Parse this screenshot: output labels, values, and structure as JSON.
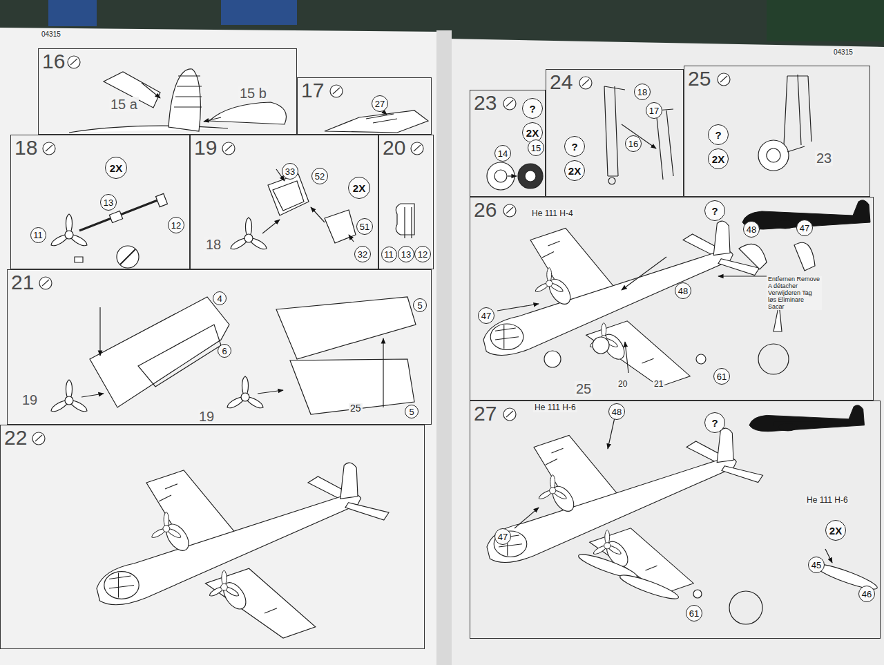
{
  "diagram": {
    "nodes": [
      {
        "text": [
          "16"
        ]
      },
      {
        "text": [
          "17"
        ]
      },
      {
        "text": [
          "27"
        ],
        "in": 1
      },
      {
        "text": [
          "18"
        ]
      },
      {
        "text": [
          "2X"
        ],
        "in": 3
      },
      {
        "text": [
          "13"
        ],
        "in": 3
      },
      {
        "text": [
          "11"
        ],
        "in": 3
      },
      {
        "text": [
          "12"
        ],
        "in": 3
      },
      {
        "text": [
          "19"
        ]
      },
      {
        "text": [
          "33"
        ],
        "in": 8
      },
      {
        "text": [
          "52"
        ],
        "in": 8
      },
      {
        "text": [
          "2X"
        ],
        "in": 8
      },
      {
        "text": [
          "51"
        ],
        "in": 8
      },
      {
        "text": [
          "32"
        ],
        "in": 8
      },
      {
        "text": [
          "20"
        ]
      },
      {
        "text": [
          "11"
        ],
        "in": 14
      },
      {
        "text": [
          "13"
        ],
        "in": 14
      },
      {
        "text": [
          "12"
        ],
        "in": 14
      },
      {
        "text": [
          "21"
        ]
      },
      {
        "text": [
          "4"
        ],
        "in": 18
      },
      {
        "text": [
          "6"
        ],
        "in": 18
      },
      {
        "text": [
          "5"
        ],
        "in": 18
      },
      {
        "text": [
          "5"
        ],
        "in": 18
      },
      {
        "text": [
          "22"
        ]
      },
      {
        "text": [
          "23"
        ]
      },
      {
        "text": [
          "?"
        ],
        "in": 24
      },
      {
        "text": [
          "2X"
        ],
        "in": 24
      },
      {
        "text": [
          "14"
        ],
        "in": 24
      },
      {
        "text": [
          "15"
        ],
        "in": 24
      },
      {
        "text": [
          "24"
        ]
      },
      {
        "text": [
          "18"
        ],
        "in": 29
      },
      {
        "text": [
          "17"
        ],
        "in": 29
      },
      {
        "text": [
          "?"
        ],
        "in": 29
      },
      {
        "text": [
          "2X"
        ],
        "in": 29
      },
      {
        "text": [
          "16"
        ],
        "in": 29
      },
      {
        "text": [
          "25"
        ]
      },
      {
        "text": [
          "?"
        ],
        "in": 35
      },
      {
        "text": [
          "2X"
        ],
        "in": 35
      },
      {
        "text": [
          "26"
        ]
      },
      {
        "text": [
          "?"
        ],
        "in": 38
      },
      {
        "text": [
          "48"
        ],
        "in": 38
      },
      {
        "text": [
          "47"
        ],
        "in": 38
      },
      {
        "text": [
          "47"
        ],
        "in": 38
      },
      {
        "text": [
          "48"
        ],
        "in": 38
      },
      {
        "text": [
          "61"
        ],
        "in": 38
      },
      {
        "text": [
          "27"
        ]
      },
      {
        "text": [
          "?"
        ],
        "in": 45
      },
      {
        "text": [
          "48"
        ],
        "in": 45
      },
      {
        "text": [
          "47"
        ],
        "in": 45
      },
      {
        "text": [
          "61"
        ],
        "in": 45
      },
      {
        "text": [
          "2X"
        ],
        "in": 45
      },
      {
        "text": [
          "45"
        ],
        "in": 45
      },
      {
        "text": [
          "46"
        ],
        "in": 45
      }
    ],
    "labels": [
      "04315",
      "15 a",
      "15 b",
      "18",
      "19",
      "19",
      "25",
      "04315",
      "23",
      "He 111 H-4",
      "Entfernen Remove A détacher Verwijderen Tag løs Eliminare Sacar",
      "25",
      "20",
      "21",
      "He 111 H-6",
      "He 111 H-6"
    ]
  }
}
